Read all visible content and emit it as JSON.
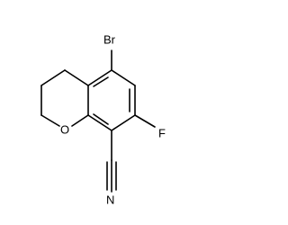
{
  "molecule": {
    "atoms": {
      "bromine": "Br",
      "fluorine": "F",
      "oxygen": "O",
      "nitrogen": "N"
    }
  }
}
